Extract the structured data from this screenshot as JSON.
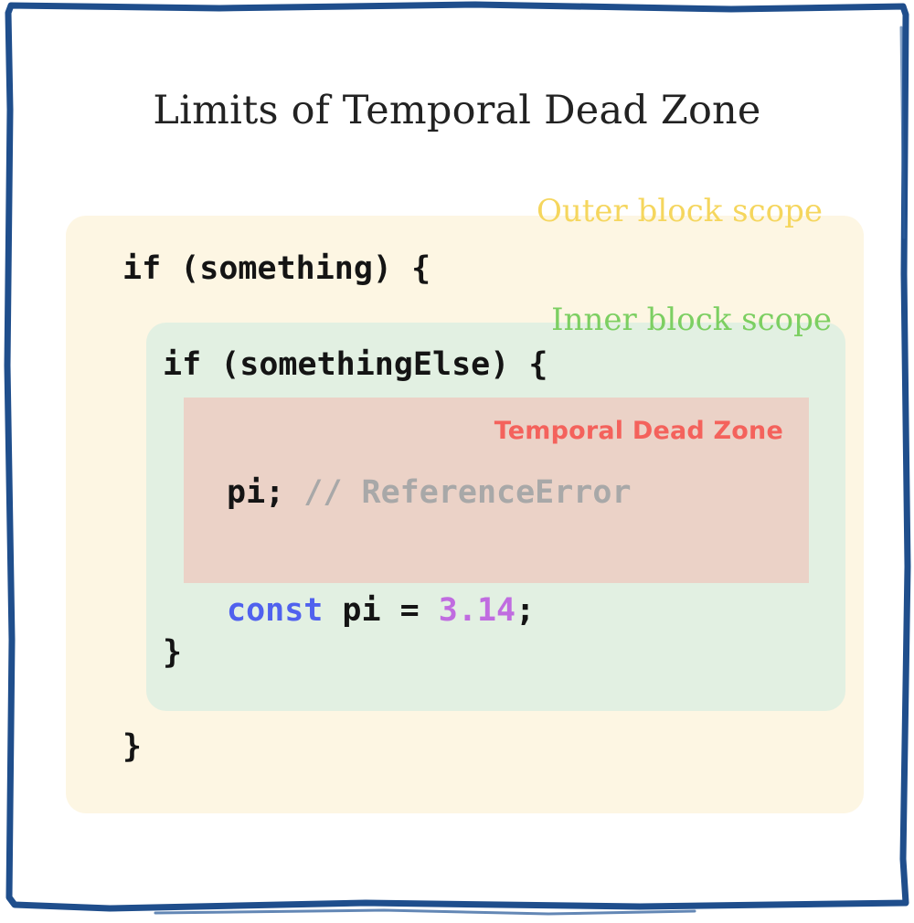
{
  "page": {
    "title": "Limits of Temporal Dead Zone",
    "background_color": "#ffffff",
    "frame_color": "#1f4e8c"
  },
  "scopes": {
    "outer": {
      "label": "Outer block scope",
      "color": "#f5d65e",
      "fill": "#fdf6e3"
    },
    "inner": {
      "label": "Inner block scope",
      "color": "#7ccf62",
      "fill": "#e2f0e2"
    },
    "tdz": {
      "label": "Temporal Dead Zone",
      "color": "#f4625c",
      "fill": "#ebd2c7"
    }
  },
  "code": {
    "if_outer": "if (something) {",
    "if_inner": "if (somethingElse) {",
    "pi_statement": "pi;",
    "pi_comment": "// ReferenceError",
    "const_keyword": "const",
    "const_name": " pi = ",
    "const_value": "3.14",
    "const_terminator": ";",
    "close_inner": "}",
    "close_outer": "}",
    "colors": {
      "keyword": "#5061ee",
      "number": "#c06ce0",
      "comment": "#a8a8a8",
      "plain": "#141414"
    }
  }
}
